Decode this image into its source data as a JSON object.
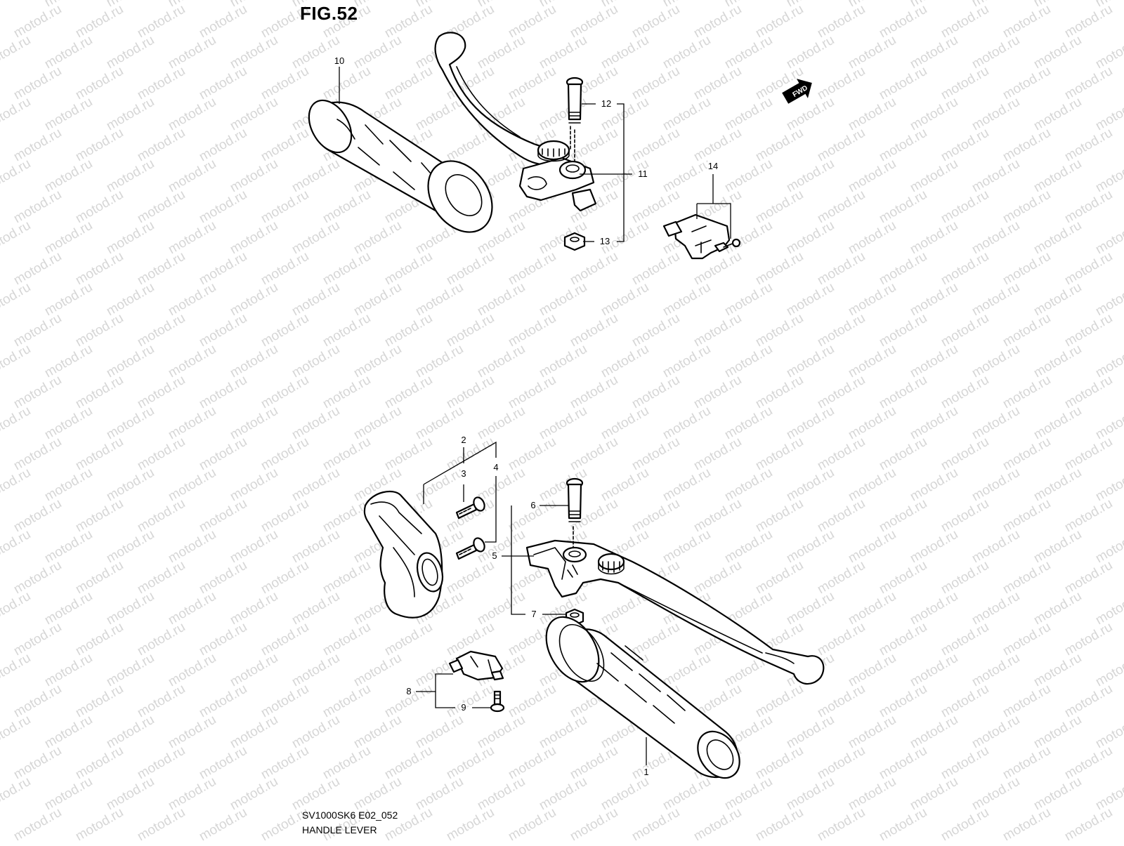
{
  "figure": {
    "title": "FIG.52",
    "code": "SV1000SK6 E02_052",
    "name": "HANDLE LEVER",
    "watermark": "motod.ru",
    "direction_badge": "FWD"
  },
  "callouts": {
    "c1": "1",
    "c2": "2",
    "c3": "3",
    "c4": "4",
    "c5": "5",
    "c6": "6",
    "c7": "7",
    "c8": "8",
    "c9": "9",
    "c10": "10",
    "c11": "11",
    "c12": "12",
    "c13": "13",
    "c14": "14"
  },
  "colors": {
    "line": "#000000",
    "watermark": "#d6d6d6",
    "background": "#ffffff"
  }
}
